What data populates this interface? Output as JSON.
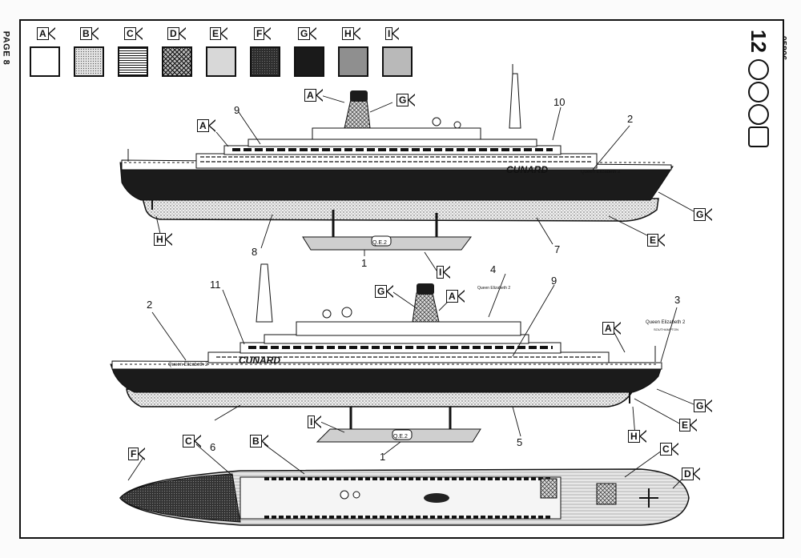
{
  "page_label": "PAGE 8",
  "kit_code": "05806",
  "scale_badge": "12",
  "palette": [
    {
      "letter": "A",
      "fill": "#ffffff",
      "pattern": "plain"
    },
    {
      "letter": "B",
      "fill": "#e2e2e2",
      "pattern": "stipple"
    },
    {
      "letter": "C",
      "fill": "#ffffff",
      "pattern": "hlines"
    },
    {
      "letter": "D",
      "fill": "#8a8a8a",
      "pattern": "crosshatch"
    },
    {
      "letter": "E",
      "fill": "#f2f2f2",
      "pattern": "fine-stipple"
    },
    {
      "letter": "F",
      "fill": "#2e2e2e",
      "pattern": "dark-dots"
    },
    {
      "letter": "G",
      "fill": "#1a1a1a",
      "pattern": "solid"
    },
    {
      "letter": "H",
      "fill": "#8f8f8f",
      "pattern": "solid"
    },
    {
      "letter": "I",
      "fill": "#b9b9b9",
      "pattern": "solid"
    }
  ],
  "callouts": {
    "top": {
      "flag_A_stack": "A",
      "flag_G_stack": "G",
      "flag_A_deck": "A",
      "flag_H": "H",
      "flag_G_bow": "G",
      "flag_E": "E",
      "flag_I": "I",
      "n9": "9",
      "n10": "10",
      "n2": "2",
      "n8": "8",
      "n7": "7",
      "n1": "1"
    },
    "bottom": {
      "flag_G_stack": "G",
      "flag_A_stack": "A",
      "flag_A_stern": "A",
      "flag_I": "I",
      "flag_H": "H",
      "flag_G_side": "G",
      "flag_E": "E",
      "n4": "4",
      "n9": "9",
      "n11": "11",
      "n2": "2",
      "n3": "3",
      "n6": "6",
      "n5": "5",
      "n1": "1"
    },
    "deck": {
      "flag_F": "F",
      "flag_C_left": "C",
      "flag_B": "B",
      "flag_C_right": "C",
      "flag_D": "D"
    }
  },
  "hull_text": {
    "brand": "CUNARD",
    "ship_name": "Queen Elizabeth 2",
    "port": "SOUTHAMPTON",
    "stand_plate": "Q.E.2"
  }
}
